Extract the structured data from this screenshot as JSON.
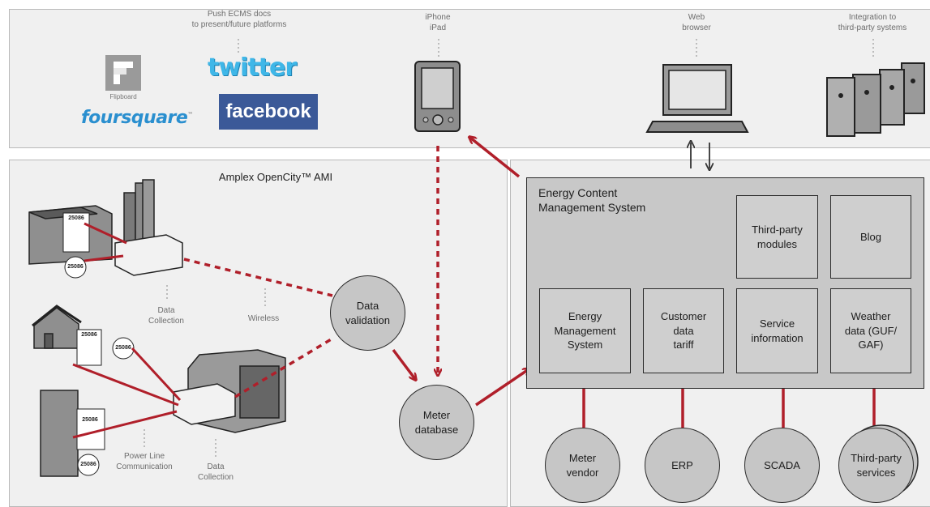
{
  "top": {
    "push_label": "Push ECMS docs\nto present/future platforms",
    "iphone_label": "iPhone\niPad",
    "web_label": "Web\nbrowser",
    "integration_label": "Integration to\nthird-party systems",
    "logos": {
      "twitter": "twitter",
      "facebook": "facebook",
      "foursquare": "foursquare",
      "flipboard": "Flipboard"
    }
  },
  "ami": {
    "title": "Amplex OpenCity™ AMI",
    "meter_id": "25086",
    "data_collection_1": "Data\nCollection",
    "wireless": "Wireless",
    "power_line": "Power Line\nCommunication",
    "data_collection_2": "Data\nCollection",
    "data_validation": "Data\nvalidation",
    "meter_database": "Meter\ndatabase"
  },
  "ecms": {
    "title": "Energy Content\nManagement System",
    "modules": {
      "third_party_modules": "Third-party\nmodules",
      "blog": "Blog",
      "energy_mgmt": "Energy\nManagement\nSystem",
      "customer_data": "Customer\ndata\ntariff",
      "service_info": "Service\ninformation",
      "weather": "Weather\ndata (GUF/\nGAF)"
    },
    "sources": {
      "meter_vendor": "Meter\nvendor",
      "erp": "ERP",
      "scada": "SCADA",
      "third_party_services": "Third-party\nservices"
    }
  },
  "colors": {
    "accent_red": "#b01f2a",
    "panel_bg": "#f0f0f0",
    "box_fill": "#cfcfcf"
  }
}
